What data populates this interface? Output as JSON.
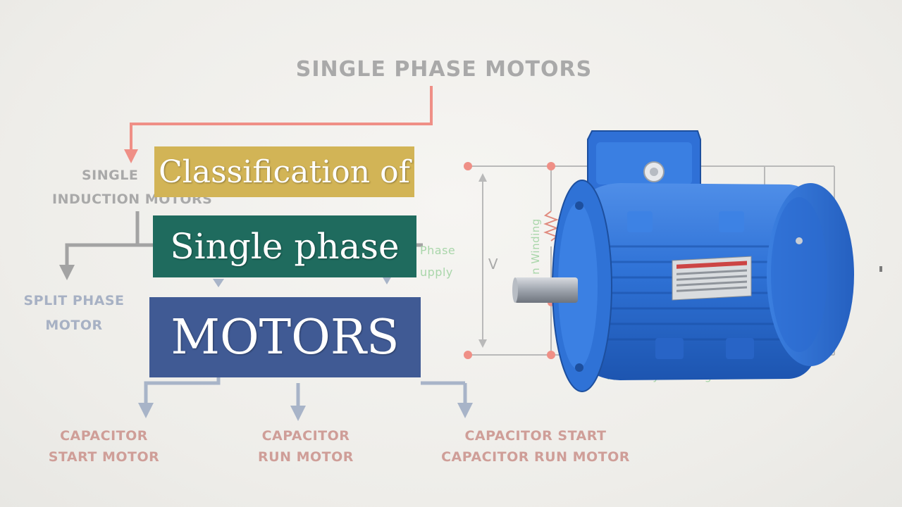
{
  "diagram": {
    "title": "SINGLE PHASE MOTORS",
    "single_induction_line1": "SINGLE",
    "single_induction_line2": "INDUCTION MOTORS",
    "split_phase_line1": "SPLIT PHASE",
    "split_phase_line2": "MOTOR",
    "cap_start_line1": "CAPACITOR",
    "cap_start_line2": "START MOTOR",
    "cap_run_line1": "CAPACITOR",
    "cap_run_line2": "RUN MOTOR",
    "cap_start_run_line1": "CAPACITOR START",
    "cap_start_run_line2": "CAPACITOR RUN MOTOR",
    "phase_supply_line1": "Phase",
    "phase_supply_line2": "upply",
    "voltage_label": "V",
    "main_winding_label": "n Winding",
    "auxiliary_winding_label": "Auxiliary Winding"
  },
  "banners": {
    "line1": "Classification of",
    "line2": "Single phase",
    "line3": "MOTORS"
  },
  "colors": {
    "connector_red": "#ef8f86",
    "connector_gray": "#a3a3a3",
    "connector_blue": "#a8b4c8",
    "banner_gold": "#d2b456",
    "banner_teal": "#1f6b5e",
    "banner_blue": "#405a94",
    "motor_blue": "#2d6fd0"
  },
  "icons": {
    "motor": "electric-motor-photo"
  }
}
